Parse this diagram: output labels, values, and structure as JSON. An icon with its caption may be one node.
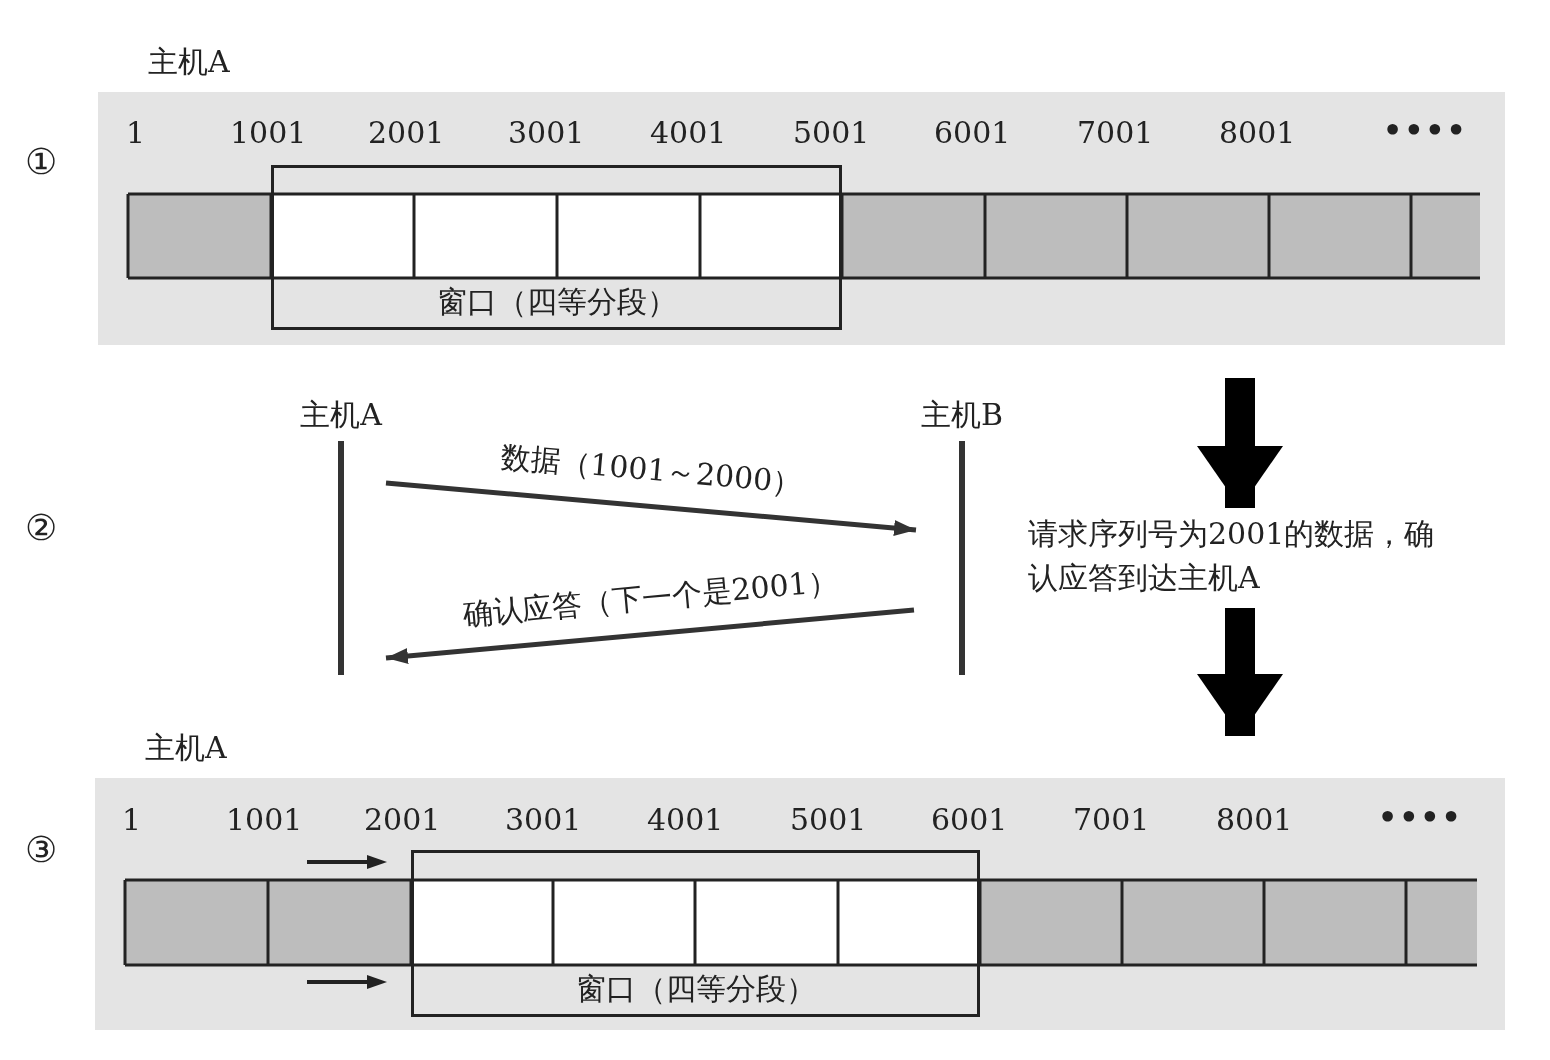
{
  "diagram": {
    "nodes": [
      {
        "text": [
          "主机A"
        ]
      },
      {
        "text": [
          "窗口（四等分段）"
        ],
        "in": 0
      },
      {
        "text": [
          "主机A"
        ]
      },
      {
        "text": [
          "主机B"
        ]
      },
      {
        "text": [
          "请求序列号为2001的数据，确认应答到达主机A"
        ]
      },
      {
        "text": [
          "主机A"
        ]
      },
      {
        "text": [
          "窗口（四等分段）"
        ],
        "in": 5
      }
    ],
    "edges": [
      {
        "from": 0,
        "to": 4,
        "arrow": "to",
        "style": "thick"
      },
      {
        "from": 4,
        "to": 5,
        "arrow": "to",
        "style": "thick"
      },
      {
        "from": 2,
        "to": 3,
        "arrow": "to",
        "label": "数据（1001～2000）"
      },
      {
        "from": 3,
        "to": 2,
        "arrow": "to",
        "label": "确认应答（下一个是2001）"
      }
    ],
    "labels": [
      "①",
      "1",
      "1001",
      "2001",
      "3001",
      "4001",
      "5001",
      "6001",
      "7001",
      "8001",
      "••••",
      "②",
      "③",
      "1",
      "1001",
      "2001",
      "3001",
      "4001",
      "5001",
      "6001",
      "7001",
      "8001",
      "••••"
    ]
  }
}
